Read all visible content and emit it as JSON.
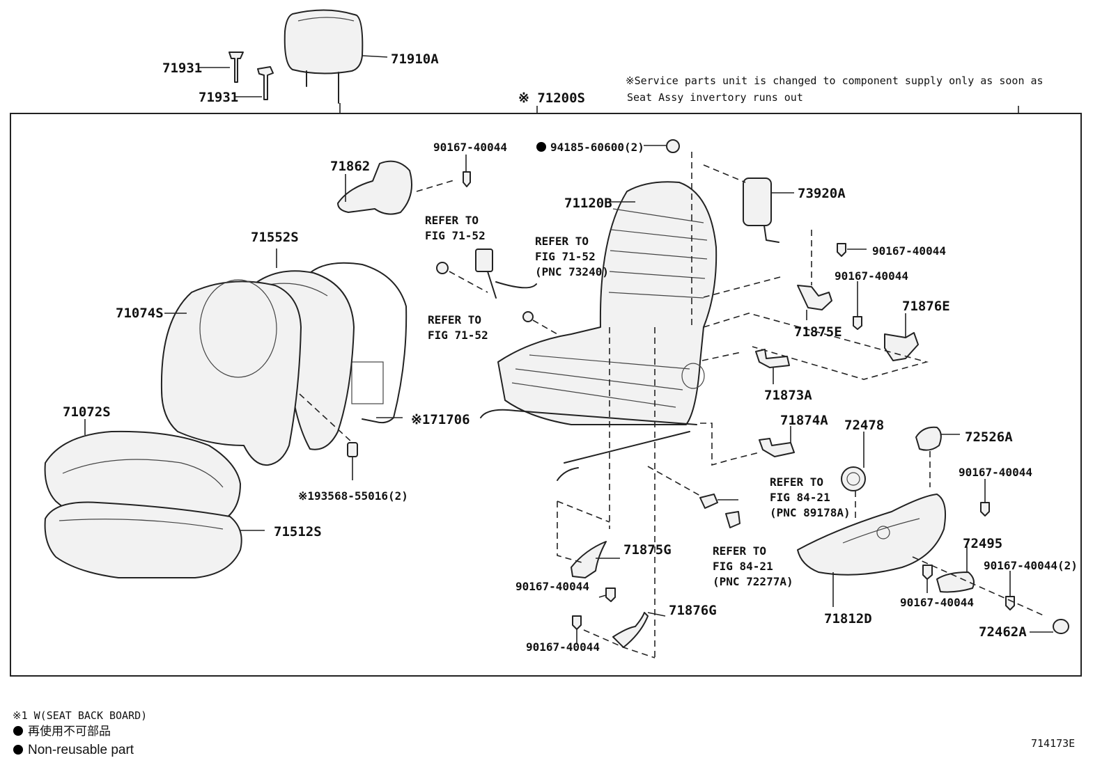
{
  "service_note": {
    "line1": "※Service parts unit is changed to component supply only as soon as",
    "line2": "Seat Assy invertory runs out"
  },
  "assembly_label": "※ 71200S",
  "callouts": {
    "p71931_a": "71931",
    "p71931_b": "71931",
    "p71910A": "71910A",
    "p71862": "71862",
    "p90167_top": "90167-40044",
    "p94185": "94185-60600(2)",
    "p71120B": "71120B",
    "p73920A": "73920A",
    "p90167_r1": "90167-40044",
    "p90167_r2": "90167-40044",
    "p71876E": "71876E",
    "p71875E": "71875E",
    "p71552S": "71552S",
    "p71074S": "71074S",
    "p71072S": "71072S",
    "p71706": "※171706",
    "p93568": "※193568-55016(2)",
    "p71512S": "71512S",
    "p71873A": "71873A",
    "p71874A": "71874A",
    "p72478": "72478",
    "p72526A": "72526A",
    "p90167_r3": "90167-40044",
    "p72495": "72495",
    "p90167_r4": "90167-40044(2)",
    "p90167_r5": "90167-40044",
    "p71812D": "71812D",
    "p72462A": "72462A",
    "p71875G": "71875G",
    "p90167_b1": "90167-40044",
    "p71876G": "71876G",
    "p90167_b2": "90167-40044"
  },
  "refs": {
    "r1": {
      "line1": "REFER TO",
      "line2": "FIG 71-52"
    },
    "r2": {
      "line1": "REFER TO",
      "line2": "FIG 71-52",
      "line3": "(PNC 73240)"
    },
    "r3": {
      "line1": "REFER TO",
      "line2": "FIG 71-52"
    },
    "r4": {
      "line1": "REFER TO",
      "line2": "FIG 84-21",
      "line3": "(PNC 89178A)"
    },
    "r5": {
      "line1": "REFER TO",
      "line2": "FIG 84-21",
      "line3": "(PNC 72277A)"
    }
  },
  "footnotes": {
    "n1": "※1 W(SEAT BACK BOARD)",
    "n2": "再使用不可部品",
    "n3": "Non-reusable part"
  },
  "figure_id": "714173E"
}
